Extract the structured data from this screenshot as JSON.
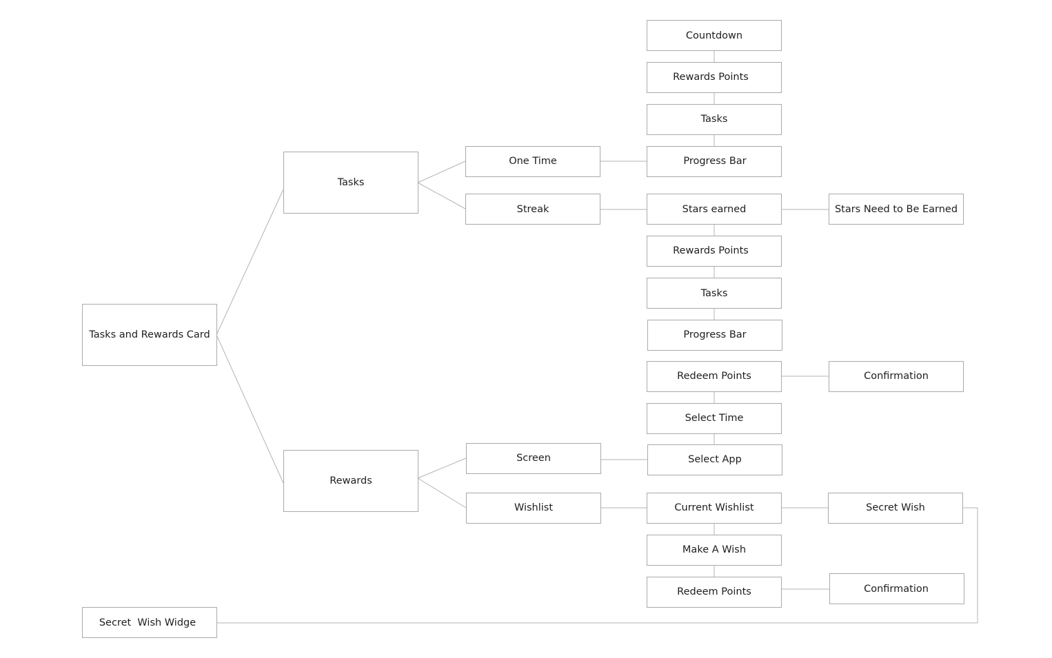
{
  "nodes": {
    "root": "Tasks and Rewards Card",
    "tasks": "Tasks",
    "rewards": "Rewards",
    "one_time": "One Time",
    "streak": "Streak",
    "ot_countdown": "Countdown",
    "ot_rewards_points": "Rewards Points",
    "ot_tasks": "Tasks",
    "ot_progress_bar": "Progress Bar",
    "st_stars_earned": "Stars earned",
    "st_stars_needed": "Stars Need to Be Earned",
    "st_rewards_points": "Rewards Points",
    "st_tasks": "Tasks",
    "st_progress_bar": "Progress Bar",
    "sc_redeem_points": "Redeem Points",
    "sc_confirmation": "Confirmation",
    "sc_select_time": "Select Time",
    "screen": "Screen",
    "sc_select_app": "Select App",
    "wishlist": "Wishlist",
    "wl_current_wishlist": "Current Wishlist",
    "wl_secret_wish": "Secret Wish",
    "wl_make_a_wish": "Make A Wish",
    "wl_redeem_points": "Redeem Points",
    "wl_confirmation": "Confirmation",
    "secret_wish_widget": "Secret  Wish Widge"
  },
  "colors": {
    "box_stroke": "#a9a9a9",
    "edge_stroke": "#b3b3b3",
    "text": "#1e1e1e",
    "background": "#ffffff"
  }
}
